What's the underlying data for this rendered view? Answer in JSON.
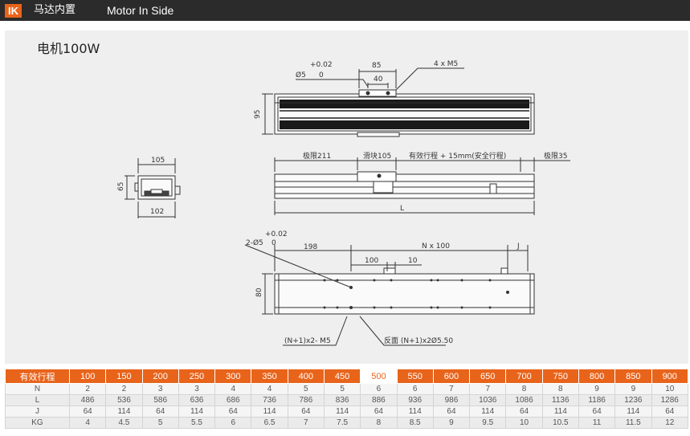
{
  "header": {
    "tag": "IK",
    "title_cn": "马达内置",
    "title_en": "Motor In Side"
  },
  "subtitle": "电机100W",
  "drawing": {
    "top_view": {
      "tol_upper": "+0.02",
      "hole": "Ø5",
      "tol_lower": "0",
      "dim_85": "85",
      "dim_40": "40",
      "screws": "4 x  M5",
      "height": "95"
    },
    "end_view": {
      "width_top": "105",
      "width_bottom": "102",
      "height": "65"
    },
    "side_view": {
      "limit_left": "极限211",
      "slider": "滑块105",
      "stroke": "有效行程 + 15mm(安全行程)",
      "limit_right": "极限35",
      "length": "L"
    },
    "bottom_view": {
      "tol_upper": "+0.02",
      "hole": "2-Ø5",
      "tol_lower": "0",
      "dim_198": "198",
      "pitch": "N x 100",
      "dim_j": "J",
      "dim_100": "100",
      "dim_10": "10",
      "height": "80",
      "note_left": "(N+1)x2- M5",
      "note_right": "反面 (N+1)x2Ø5.50"
    }
  },
  "table": {
    "header_label": "有效行程",
    "strokes": [
      "100",
      "150",
      "200",
      "250",
      "300",
      "350",
      "400",
      "450",
      "500",
      "550",
      "600",
      "650",
      "700",
      "750",
      "800",
      "850",
      "900"
    ],
    "highlight_index": 8,
    "rows": [
      {
        "label": "N",
        "values": [
          "2",
          "2",
          "3",
          "3",
          "4",
          "4",
          "5",
          "5",
          "6",
          "6",
          "7",
          "7",
          "8",
          "8",
          "9",
          "9",
          "10"
        ]
      },
      {
        "label": "L",
        "values": [
          "486",
          "536",
          "586",
          "636",
          "686",
          "736",
          "786",
          "836",
          "886",
          "936",
          "986",
          "1036",
          "1086",
          "1136",
          "1186",
          "1236",
          "1286"
        ]
      },
      {
        "label": "J",
        "values": [
          "64",
          "114",
          "64",
          "114",
          "64",
          "114",
          "64",
          "114",
          "64",
          "114",
          "64",
          "114",
          "64",
          "114",
          "64",
          "114",
          "64"
        ]
      },
      {
        "label": "KG",
        "values": [
          "4",
          "4.5",
          "5",
          "5.5",
          "6",
          "6.5",
          "7",
          "7.5",
          "8",
          "8.5",
          "9",
          "9.5",
          "10",
          "10.5",
          "11",
          "11.5",
          "12"
        ]
      }
    ]
  }
}
